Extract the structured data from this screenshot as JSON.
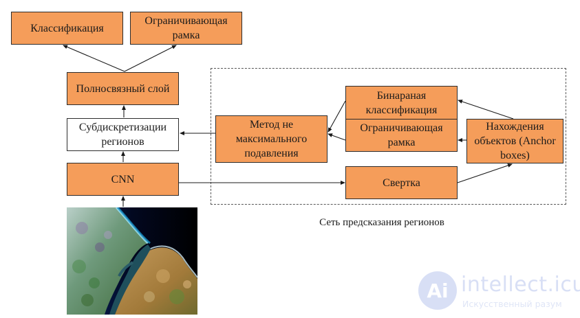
{
  "diagram": {
    "boxes": {
      "classification": {
        "lines": [
          "Классификация"
        ]
      },
      "bounding_box_top": {
        "lines": [
          "Ограничивающая",
          "рамка"
        ]
      },
      "fully_connected": {
        "lines": [
          "Полносвязный слой"
        ]
      },
      "roi_pooling": {
        "lines": [
          "Субдискретизации",
          "регионов"
        ]
      },
      "cnn": {
        "lines": [
          "CNN"
        ]
      },
      "nms": {
        "lines": [
          "Метод не",
          "максимального",
          "подавления"
        ]
      },
      "binary_classification": {
        "lines": [
          "Бинараная",
          "классификация"
        ]
      },
      "bounding_box_rpn": {
        "lines": [
          "Ограничивающая",
          "рамка"
        ]
      },
      "anchor_boxes": {
        "lines": [
          "Нахождения",
          "объектов (Anchor",
          "boxes)"
        ]
      },
      "convolution": {
        "lines": [
          "Свертка"
        ]
      }
    },
    "region_frame_caption": "Сеть предсказания регионов",
    "image": {
      "alt": "satellite image of a coastline and river delta"
    },
    "colors": {
      "box_fill": "#f59d5a",
      "box_border": "#2b2b2b",
      "white_box_fill": "#ffffff",
      "arrow": "#1a1a1a",
      "frame_dash": "#555555"
    }
  },
  "watermark": {
    "logo": "Ai",
    "title": "intellect.icu",
    "subtitle": "Искусственный разум"
  }
}
